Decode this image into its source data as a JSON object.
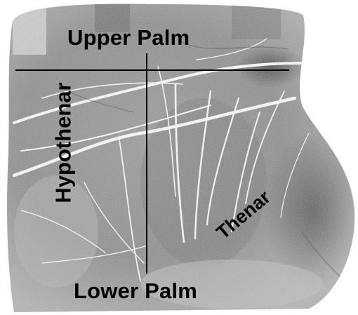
{
  "diagram": {
    "regions": {
      "upper": "Upper Palm",
      "lower": "Lower Palm",
      "hypothenar": "Hypothenar",
      "thenar": "Thenar"
    },
    "colors": {
      "print_dark": "#3a3a3a",
      "print_mid": "#8c8c8c",
      "print_light": "#d0d0d0",
      "crease": "#f4f4f4",
      "divider": "#000000",
      "label": "#000000",
      "background": "#ffffff"
    }
  }
}
